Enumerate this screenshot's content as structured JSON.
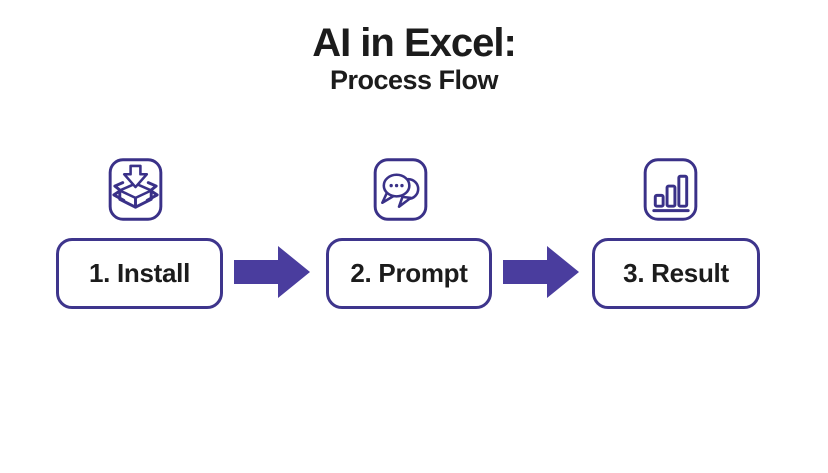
{
  "slide": {
    "title_line1": "AI in Excel:",
    "title_line2": "Process Flow"
  },
  "colors": {
    "accent_purple": "#4A3D9E",
    "outline_purple": "#3A3188",
    "box_border_purple": "#3E358C",
    "text_black": "#1C1C1C",
    "background": "#FFFFFF"
  },
  "steps": [
    {
      "label": "1. Install",
      "icon": "install-package-icon"
    },
    {
      "label": "2. Prompt",
      "icon": "chat-bubbles-icon"
    },
    {
      "label": "3. Result",
      "icon": "bar-chart-icon"
    }
  ]
}
